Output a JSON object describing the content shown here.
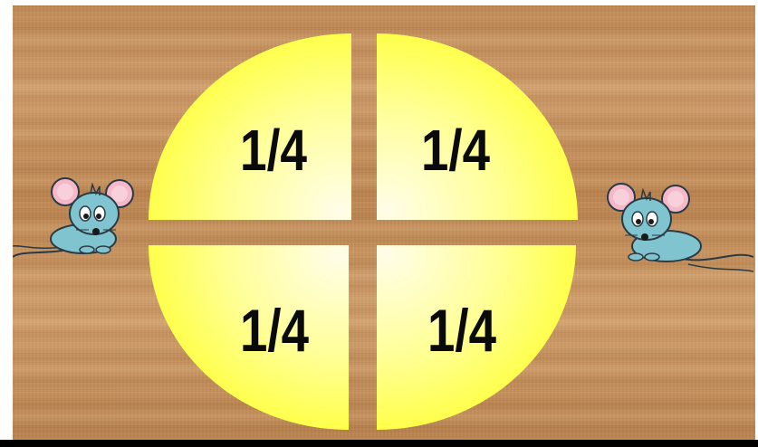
{
  "pieces": [
    {
      "label": "1/4"
    },
    {
      "label": "1/4"
    },
    {
      "label": "1/4"
    },
    {
      "label": "1/4"
    }
  ],
  "colors": {
    "cheese_light": "#fffde0",
    "cheese_yellow": "#ffff33",
    "wood": "#c8915b",
    "mouse_body": "#7fc4cf",
    "mouse_ear": "#f4b8c8"
  },
  "icons": [
    "mouse-left",
    "mouse-right"
  ]
}
